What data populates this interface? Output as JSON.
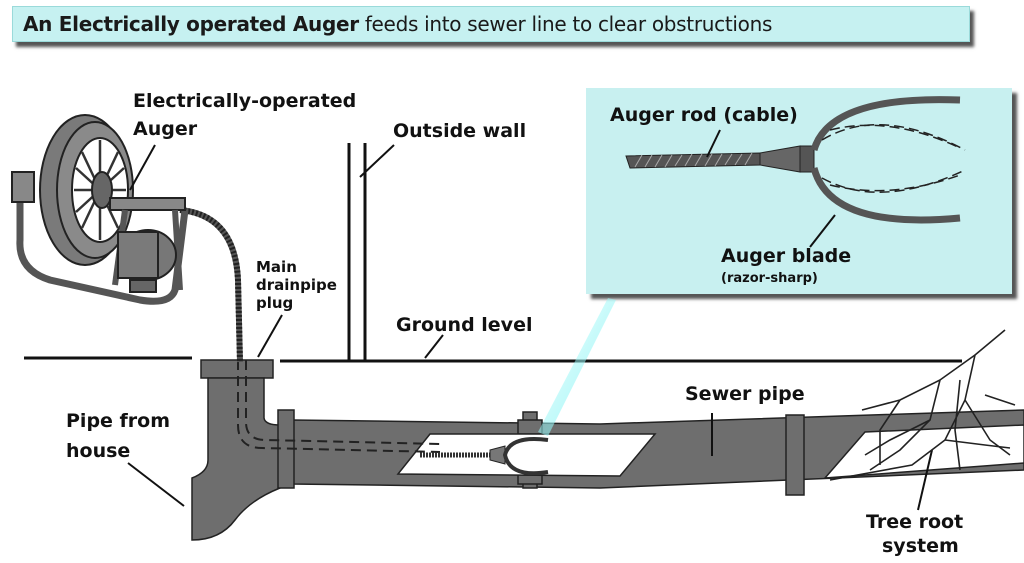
{
  "title": {
    "bold_part": "An Electrically operated Auger",
    "regular_part": "feeds into sewer line to clear obstructions"
  },
  "labels": {
    "auger_machine_line1": "Electrically-operated",
    "auger_machine_line2": "Auger",
    "outside_wall": "Outside wall",
    "main_plug_line1": "Main",
    "main_plug_line2": "drainpipe",
    "main_plug_line3": "plug",
    "ground_level": "Ground level",
    "pipe_from_house_line1": "Pipe from",
    "pipe_from_house_line2": "house",
    "sewer_pipe": "Sewer pipe",
    "tree_root_line1": "Tree root",
    "tree_root_line2": "system"
  },
  "inset": {
    "auger_rod": "Auger rod (cable)",
    "auger_blade": "Auger blade",
    "auger_blade_note": "(razor-sharp)"
  },
  "colors": {
    "banner_bg": "#c6f1f1",
    "inset_bg": "#c8f0f0",
    "pipe_fill": "#6e6e6e",
    "line": "#111111"
  }
}
